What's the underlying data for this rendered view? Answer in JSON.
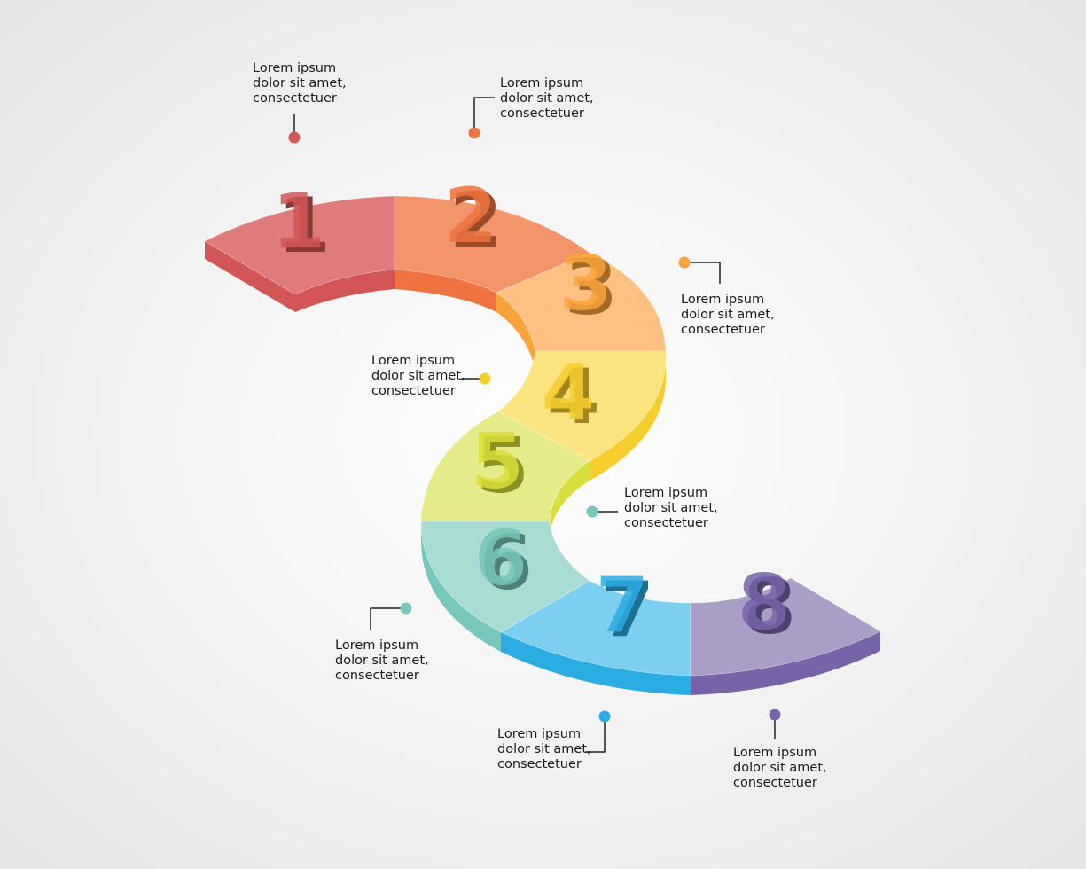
{
  "steps": [
    {
      "number": "1",
      "color": "#DF7B7A",
      "dark": "#D35656",
      "lines": [
        "Lorem ipsum",
        "dolor sit amet,",
        "consectetuer"
      ]
    },
    {
      "number": "2",
      "color": "#F3946A",
      "dark": "#EE7340",
      "lines": [
        "Lorem ipsum",
        "dolor sit amet,",
        "consectetuer"
      ]
    },
    {
      "number": "3",
      "color": "#FFC081",
      "dark": "#F9A43A",
      "lines": [
        "Lorem ipsum",
        "dolor sit amet,",
        "consectetuer"
      ]
    },
    {
      "number": "4",
      "color": "#FCE481",
      "dark": "#F6CE2E",
      "lines": [
        "Lorem ipsum",
        "dolor sit amet,",
        "consectetuer"
      ]
    },
    {
      "number": "5",
      "color": "#E6EB89",
      "dark": "#D9DF3A",
      "lines": [
        "Lorem ipsum",
        "dolor sit amet,",
        "consectetuer"
      ]
    },
    {
      "number": "6",
      "color": "#A9DDD4",
      "dark": "#79C6BA",
      "lines": [
        "Lorem ipsum",
        "dolor sit amet,",
        "consectetuer"
      ]
    },
    {
      "number": "7",
      "color": "#7DCFEF",
      "dark": "#2BACE3",
      "lines": [
        "Lorem ipsum",
        "dolor sit amet,",
        "consectetuer"
      ]
    },
    {
      "number": "8",
      "color": "#A99EC6",
      "dark": "#7764A8",
      "lines": [
        "Lorem ipsum",
        "dolor sit amet,",
        "consectetuer"
      ]
    }
  ]
}
